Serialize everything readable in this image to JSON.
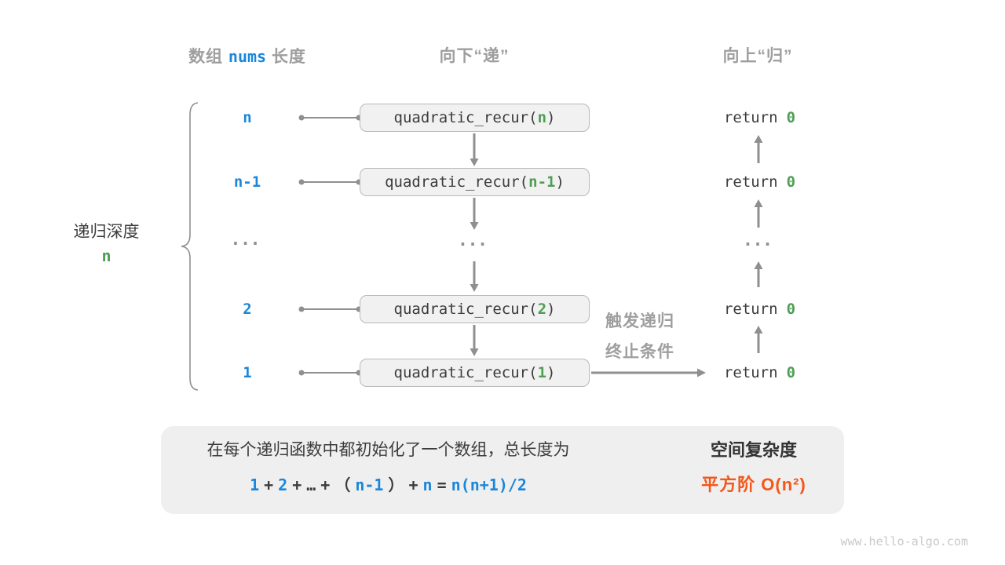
{
  "colors": {
    "blue": "#1a87db",
    "green": "#4f9e54",
    "orange": "#f3571a",
    "gray_label": "#9e9e9e",
    "dark_text": "#3c3c3c",
    "arrow_gray": "#8f8f8f",
    "box_fill": "#f1f1f2",
    "panel_fill": "#efefef"
  },
  "headers": {
    "col1_a": "数组",
    "col1_code": "nums",
    "col1_b": "长度",
    "col2": "向下“递”",
    "col3": "向上“归”"
  },
  "left_label": {
    "line1": "递归深度",
    "line2": "n"
  },
  "rows": [
    {
      "depth": "n",
      "code_prefix": "quadratic_recur(",
      "code_arg": "n",
      "code_suffix": ")",
      "ret_keyword": "return",
      "ret_value": "0"
    },
    {
      "depth": "n-1",
      "code_prefix": "quadratic_recur(",
      "code_arg": "n-1",
      "code_suffix": ")",
      "ret_keyword": "return",
      "ret_value": "0"
    },
    {
      "ellipsis": "···"
    },
    {
      "depth": "2",
      "code_prefix": "quadratic_recur(",
      "code_arg": "2",
      "code_suffix": ")",
      "ret_keyword": "return",
      "ret_value": "0"
    },
    {
      "depth": "1",
      "code_prefix": "quadratic_recur(",
      "code_arg": "1",
      "code_suffix": ")",
      "ret_keyword": "return",
      "ret_value": "0"
    }
  ],
  "annotations": {
    "base_case_line1": "触发递归",
    "base_case_line2": "终止条件"
  },
  "summary": {
    "line1": "在每个递归函数中都初始化了一个数组，总长度为",
    "formula_tokens": [
      {
        "t": "1",
        "c": "blue"
      },
      {
        "t": "+",
        "c": "dark"
      },
      {
        "t": "2",
        "c": "blue"
      },
      {
        "t": "+",
        "c": "dark"
      },
      {
        "t": "…",
        "c": "dark"
      },
      {
        "t": "+",
        "c": "dark"
      },
      {
        "t": "（",
        "c": "dark"
      },
      {
        "t": "n-1",
        "c": "blue"
      },
      {
        "t": "）",
        "c": "dark"
      },
      {
        "t": "+",
        "c": "dark"
      },
      {
        "t": "n",
        "c": "blue"
      },
      {
        "t": "=",
        "c": "dark"
      },
      {
        "t": "n(n+1)/2",
        "c": "blue"
      }
    ],
    "result_title": "空间复杂度",
    "result_value": "平方阶 O(n²)"
  },
  "footer": {
    "site": "www.hello-algo.com"
  }
}
